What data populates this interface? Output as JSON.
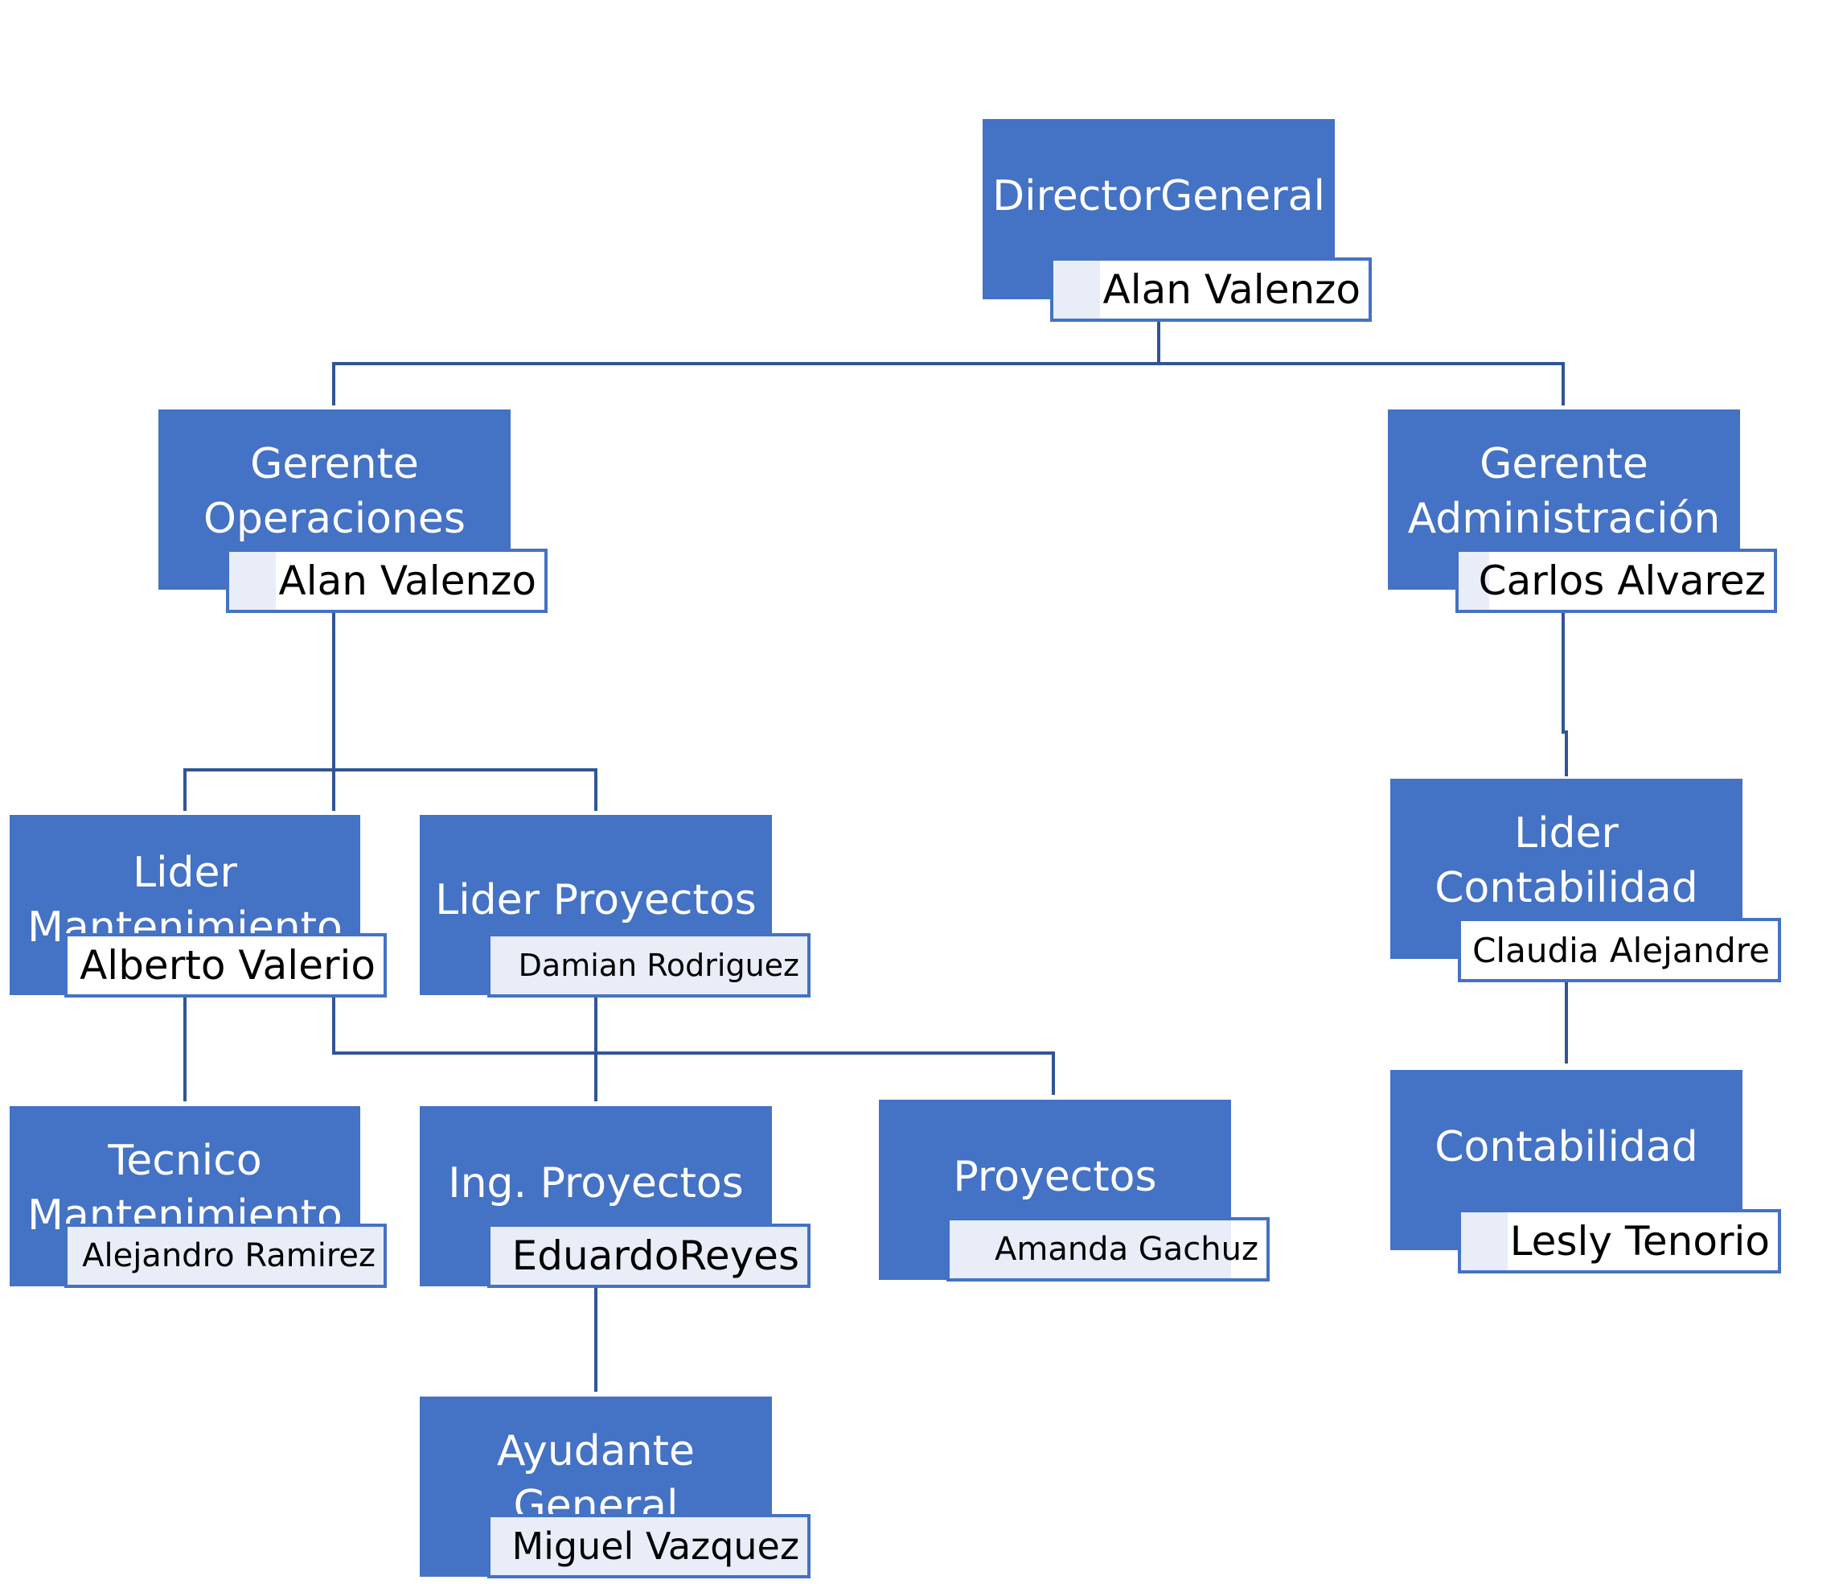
{
  "diagram": {
    "type": "org-chart",
    "colors": {
      "box_fill": "#4472c4",
      "box_text": "#ffffff",
      "name_border": "#4472c4",
      "name_fill": "#ffffff",
      "name_tint": "#e8edf8",
      "name_text": "#000000",
      "connector": "#2f5597"
    },
    "nodes": {
      "director": {
        "title": "DirectorGeneral",
        "name": "Alan Valenzo"
      },
      "gerente_operaciones": {
        "title": "Gerente\nOperaciones",
        "name": "Alan Valenzo"
      },
      "gerente_administracion": {
        "title": "Gerente\nAdministración",
        "name": "Carlos Alvarez"
      },
      "lider_mantenimiento": {
        "title": "Lider\nMantenimiento",
        "name": "Alberto Valerio"
      },
      "lider_proyectos": {
        "title": "Lider Proyectos",
        "name": "Damian Rodriguez"
      },
      "lider_contabilidad": {
        "title": "Lider\nContabilidad",
        "name": "Claudia Alejandre"
      },
      "tecnico_mantenimiento": {
        "title": "Tecnico\nMantenimiento",
        "name": "Alejandro Ramirez"
      },
      "ing_proyectos": {
        "title": "Ing. Proyectos",
        "name": "EduardoReyes"
      },
      "proyectos": {
        "title": "Proyectos",
        "name": "Amanda Gachuz"
      },
      "contabilidad": {
        "title": "Contabilidad",
        "name": "Lesly Tenorio"
      },
      "ayudante_general": {
        "title": "Ayudante\nGeneral",
        "name": "Miguel Vazquez"
      }
    }
  }
}
